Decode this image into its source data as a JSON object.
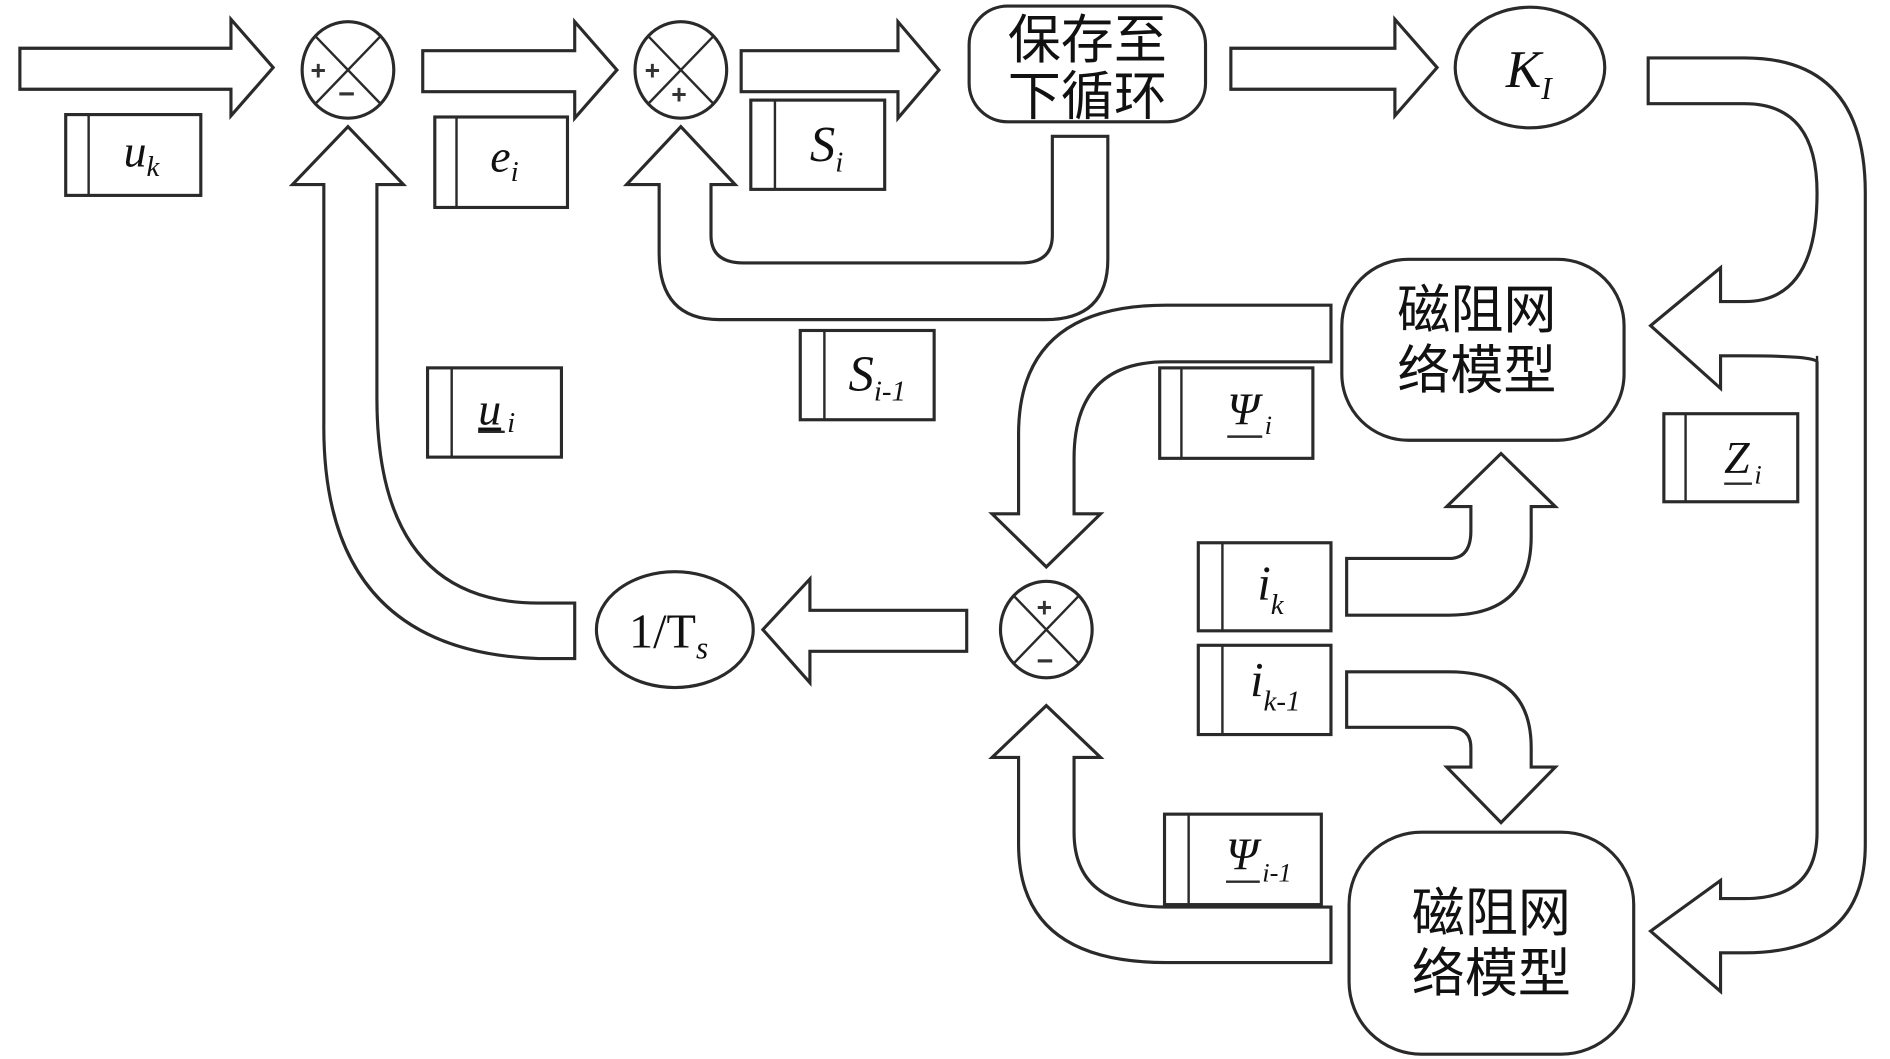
{
  "diagram": {
    "type": "signal-flow block diagram",
    "summing_junctions": [
      {
        "id": "sum-1",
        "signs": {
          "left": "+",
          "bottom": "−"
        }
      },
      {
        "id": "sum-2",
        "signs": {
          "left": "+",
          "bottom": "+"
        }
      },
      {
        "id": "sum-3",
        "signs": {
          "top": "+",
          "bottom": "−"
        }
      }
    ],
    "blocks": {
      "save": {
        "line1": "保存至",
        "line2": "下循环"
      },
      "ki": {
        "main": "K",
        "sub": "I"
      },
      "ts": {
        "main": "1/T",
        "sub": "s"
      },
      "model_top": {
        "line1": "磁阻网",
        "line2": "络模型"
      },
      "model_bottom": {
        "line1": "磁阻网",
        "line2": "络模型"
      }
    },
    "signals": {
      "uk": {
        "main": "u",
        "sub": "k"
      },
      "ei": {
        "main": "e",
        "sub": "i"
      },
      "si": {
        "main": "S",
        "sub": "i"
      },
      "si1": {
        "main": "S",
        "sub": "i-1"
      },
      "ui": {
        "main": "u",
        "sub": "i",
        "underline": true
      },
      "psii": {
        "main": "Ψ",
        "sub": "i",
        "underline": true
      },
      "zi": {
        "main": "Z",
        "sub": "i",
        "underline": true
      },
      "ik": {
        "main": "i",
        "sub": "k"
      },
      "ik1": {
        "main": "i",
        "sub": "k-1"
      },
      "psii1": {
        "main": "Ψ",
        "sub": "i-1",
        "underline": true
      }
    },
    "connections": [
      {
        "from": "input",
        "to": "sum-1",
        "label": "uk"
      },
      {
        "from": "sum-1",
        "to": "sum-2",
        "label": "ei"
      },
      {
        "from": "sum-2",
        "to": "save",
        "label": "si"
      },
      {
        "from": "save",
        "to": "sum-2",
        "label": "si1"
      },
      {
        "from": "save",
        "to": "ki"
      },
      {
        "from": "ki",
        "to": "model_top",
        "label": "zi"
      },
      {
        "from": "ki",
        "to": "model_bottom",
        "label": "zi"
      },
      {
        "from": "model_top",
        "to": "sum-3",
        "label": "psii"
      },
      {
        "from": "model_bottom",
        "to": "sum-3",
        "label": "psii1"
      },
      {
        "from": "ik",
        "to": "model_top"
      },
      {
        "from": "ik1",
        "to": "model_bottom"
      },
      {
        "from": "sum-3",
        "to": "ts"
      },
      {
        "from": "ts",
        "to": "sum-1",
        "label": "ui"
      }
    ],
    "colors": {
      "stroke": "#2a2a2a",
      "fill": "#ffffff",
      "text": "#111111"
    }
  }
}
